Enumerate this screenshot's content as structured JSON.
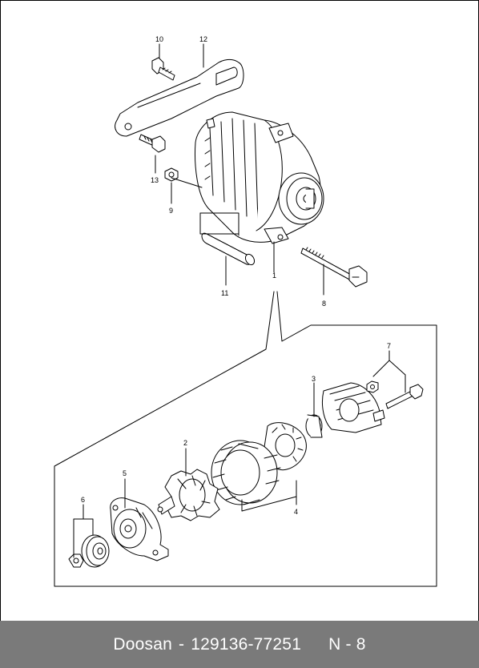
{
  "diagram": {
    "callouts": {
      "c1": "1",
      "c2": "2",
      "c3": "3",
      "c4": "4",
      "c5": "5",
      "c6": "6",
      "c7": "7",
      "c8": "8",
      "c9": "9",
      "c10": "10",
      "c11": "11",
      "c12": "12",
      "c13": "13"
    }
  },
  "footer": {
    "brand": "Doosan",
    "dash": "-",
    "part_number": "129136-77251",
    "page_ref": "N - 8"
  }
}
